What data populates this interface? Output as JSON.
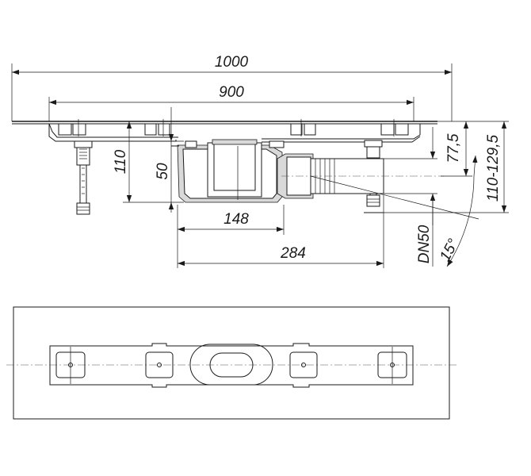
{
  "drawing": {
    "dimensions": {
      "overall_length": "1000",
      "grate_length": "900",
      "body_height": "110",
      "outlet_depth": "50",
      "outlet_offset": "148",
      "outlet_length": "284",
      "outlet_height": "77,5",
      "height_range": "110-129,5",
      "pipe_size": "DN50",
      "slope_angle": "15°"
    }
  }
}
